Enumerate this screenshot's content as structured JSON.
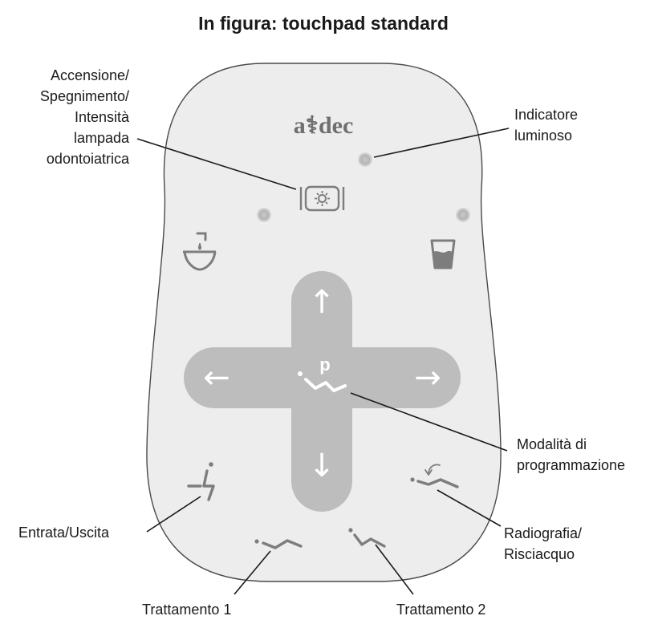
{
  "title": "In figura: touchpad standard",
  "brand": "a⚕dec",
  "labels": {
    "light_line1": "Accensione/",
    "light_line2": "Spegnimento/",
    "light_line3": "Intensità",
    "light_line4": "lampada",
    "light_line5": "odontoiatrica",
    "indicator_line1": "Indicatore",
    "indicator_line2": "luminoso",
    "program_line1": "Modalità di",
    "program_line2": "programmazione",
    "entry_exit": "Entrata/Uscita",
    "xray_line1": "Radiografia/",
    "xray_line2": "Risciacquo",
    "treatment1": "Trattamento 1",
    "treatment2": "Trattamento 2"
  },
  "pad": {
    "p_label": "p",
    "arrow_up": "↑",
    "arrow_down": "↓",
    "arrow_left": "←",
    "arrow_right": "→"
  },
  "icons": {
    "light": "dental-light-icon",
    "cuspidor": "cuspidor-icon",
    "cup_fill": "cup-fill-icon",
    "entry_exit": "entry-exit-chair-icon",
    "treatment1": "treatment-1-chair-icon",
    "treatment2": "treatment-2-chair-icon",
    "xray_rinse": "xray-rinse-chair-icon",
    "program": "program-chair-icon"
  },
  "colors": {
    "pad_bg": "#ededed",
    "pad_border": "#4a4a4a",
    "cross": "#bdbdbd",
    "icon": "#7d7d7d",
    "led": "#b8b8b8",
    "text": "#1a1a1a"
  }
}
